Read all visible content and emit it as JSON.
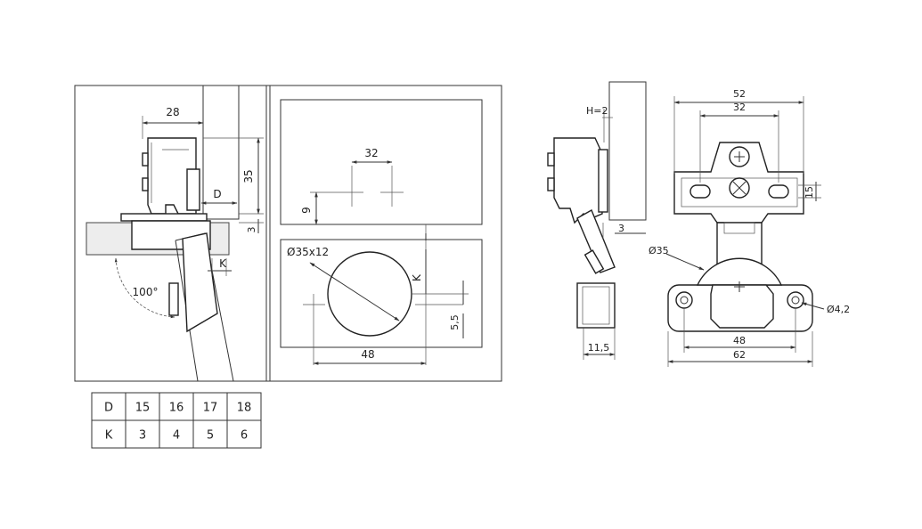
{
  "installation": {
    "dim_28": "28",
    "dim_35": "35",
    "dim_3": "3",
    "label_D": "D",
    "label_K": "K",
    "angle": "100°"
  },
  "drilling_top": {
    "dim_32": "32",
    "dim_9": "9"
  },
  "drilling_bottom": {
    "cup": "Ø35x12",
    "label_K": "K",
    "dim_5_5": "5,5",
    "dim_48": "48"
  },
  "side_view": {
    "dim_H": "H=2",
    "dim_3": "3",
    "dim_11_5": "11,5"
  },
  "front_view": {
    "dim_52": "52",
    "dim_32": "32",
    "dim_15": "15",
    "dim_d35": "Ø35",
    "dim_d4_2": "Ø4,2",
    "dim_48": "48",
    "dim_62": "62"
  },
  "table": {
    "rows": [
      [
        "D",
        "15",
        "16",
        "17",
        "18"
      ],
      [
        "K",
        "3",
        "4",
        "5",
        "6"
      ]
    ]
  }
}
